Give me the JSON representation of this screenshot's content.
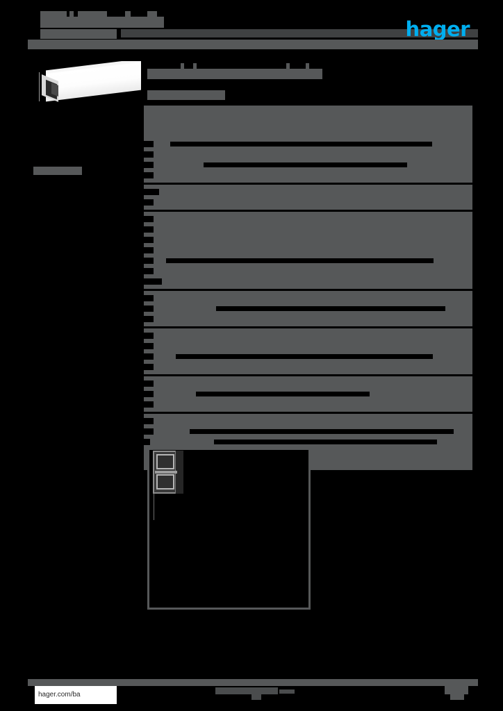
{
  "document": {
    "kind": "product-datasheet",
    "redacted": true,
    "page_background": "#000000",
    "redaction_color": "#565859"
  },
  "brand": {
    "logo_text": "hager",
    "logo_color": "#00AEEF",
    "trademark": "®"
  },
  "header": {
    "title_redacted": "",
    "subtitle_redacted": "",
    "rule_visible": true
  },
  "sidebar": {
    "product_image_alt": "cable-trunking-profile",
    "label_redacted": ""
  },
  "main": {
    "title_redacted": "",
    "subtitle_redacted": "",
    "spec_groups": [
      {
        "name": "group-1",
        "rows": [
          {
            "label_w": 0,
            "value_x": 0,
            "value_w": 0
          },
          {
            "label_w": 0,
            "value_x": 0,
            "value_w": 0
          },
          {
            "label_w": 0,
            "value_x": 0,
            "value_w": 0
          },
          {
            "label_w": 14,
            "value_x": 38,
            "value_w": 377
          },
          {
            "label_w": 14,
            "value_x": 0,
            "value_w": 0
          },
          {
            "label_w": 14,
            "value_x": 86,
            "value_w": 293
          },
          {
            "label_w": 14,
            "value_x": 0,
            "value_w": 0
          }
        ]
      },
      {
        "name": "group-2",
        "rows": [
          {
            "label_w": 22,
            "value_x": 0,
            "value_w": 0
          },
          {
            "label_w": 14,
            "value_x": 0,
            "value_w": 0
          }
        ]
      },
      {
        "name": "group-3",
        "rows": [
          {
            "label_w": 14,
            "value_x": 0,
            "value_w": 0
          },
          {
            "label_w": 14,
            "value_x": 0,
            "value_w": 0
          },
          {
            "label_w": 14,
            "value_x": 0,
            "value_w": 0
          },
          {
            "label_w": 14,
            "value_x": 0,
            "value_w": 0
          },
          {
            "label_w": 14,
            "value_x": 32,
            "value_w": 385
          },
          {
            "label_w": 14,
            "value_x": 0,
            "value_w": 0
          },
          {
            "label_w": 26,
            "value_x": 0,
            "value_w": 0
          }
        ]
      },
      {
        "name": "group-4",
        "rows": [
          {
            "label_w": 14,
            "value_x": 0,
            "value_w": 0
          },
          {
            "label_w": 14,
            "value_x": 104,
            "value_w": 330
          },
          {
            "label_w": 14,
            "value_x": 0,
            "value_w": 0
          }
        ]
      },
      {
        "name": "group-5",
        "rows": [
          {
            "label_w": 14,
            "value_x": 0,
            "value_w": 0
          },
          {
            "label_w": 14,
            "value_x": 0,
            "value_w": 0
          },
          {
            "label_w": 14,
            "value_x": 46,
            "value_w": 370
          },
          {
            "label_w": 14,
            "value_x": 0,
            "value_w": 0
          }
        ]
      },
      {
        "name": "group-6",
        "rows": [
          {
            "label_w": 14,
            "value_x": 0,
            "value_w": 0
          },
          {
            "label_w": 14,
            "value_x": 75,
            "value_w": 250
          },
          {
            "label_w": 14,
            "value_x": 0,
            "value_w": 0
          }
        ]
      },
      {
        "name": "group-7",
        "rows": [
          {
            "label_w": 14,
            "value_x": 0,
            "value_w": 0
          },
          {
            "label_w": 14,
            "value_x": 66,
            "value_w": 380
          },
          {
            "label_w": 14,
            "value_x": 82,
            "value_w": 340
          },
          {
            "label_w": 0,
            "value_x": 0,
            "value_w": 0
          },
          {
            "label_w": 0,
            "value_x": 0,
            "value_w": 0
          }
        ]
      }
    ]
  },
  "drawing": {
    "caption_redacted": "",
    "figure_alt": "trunking-cross-section",
    "border_color": "#565859"
  },
  "footer": {
    "url": "hager.com/ba",
    "center_redacted": "",
    "page_number_redacted": ""
  }
}
